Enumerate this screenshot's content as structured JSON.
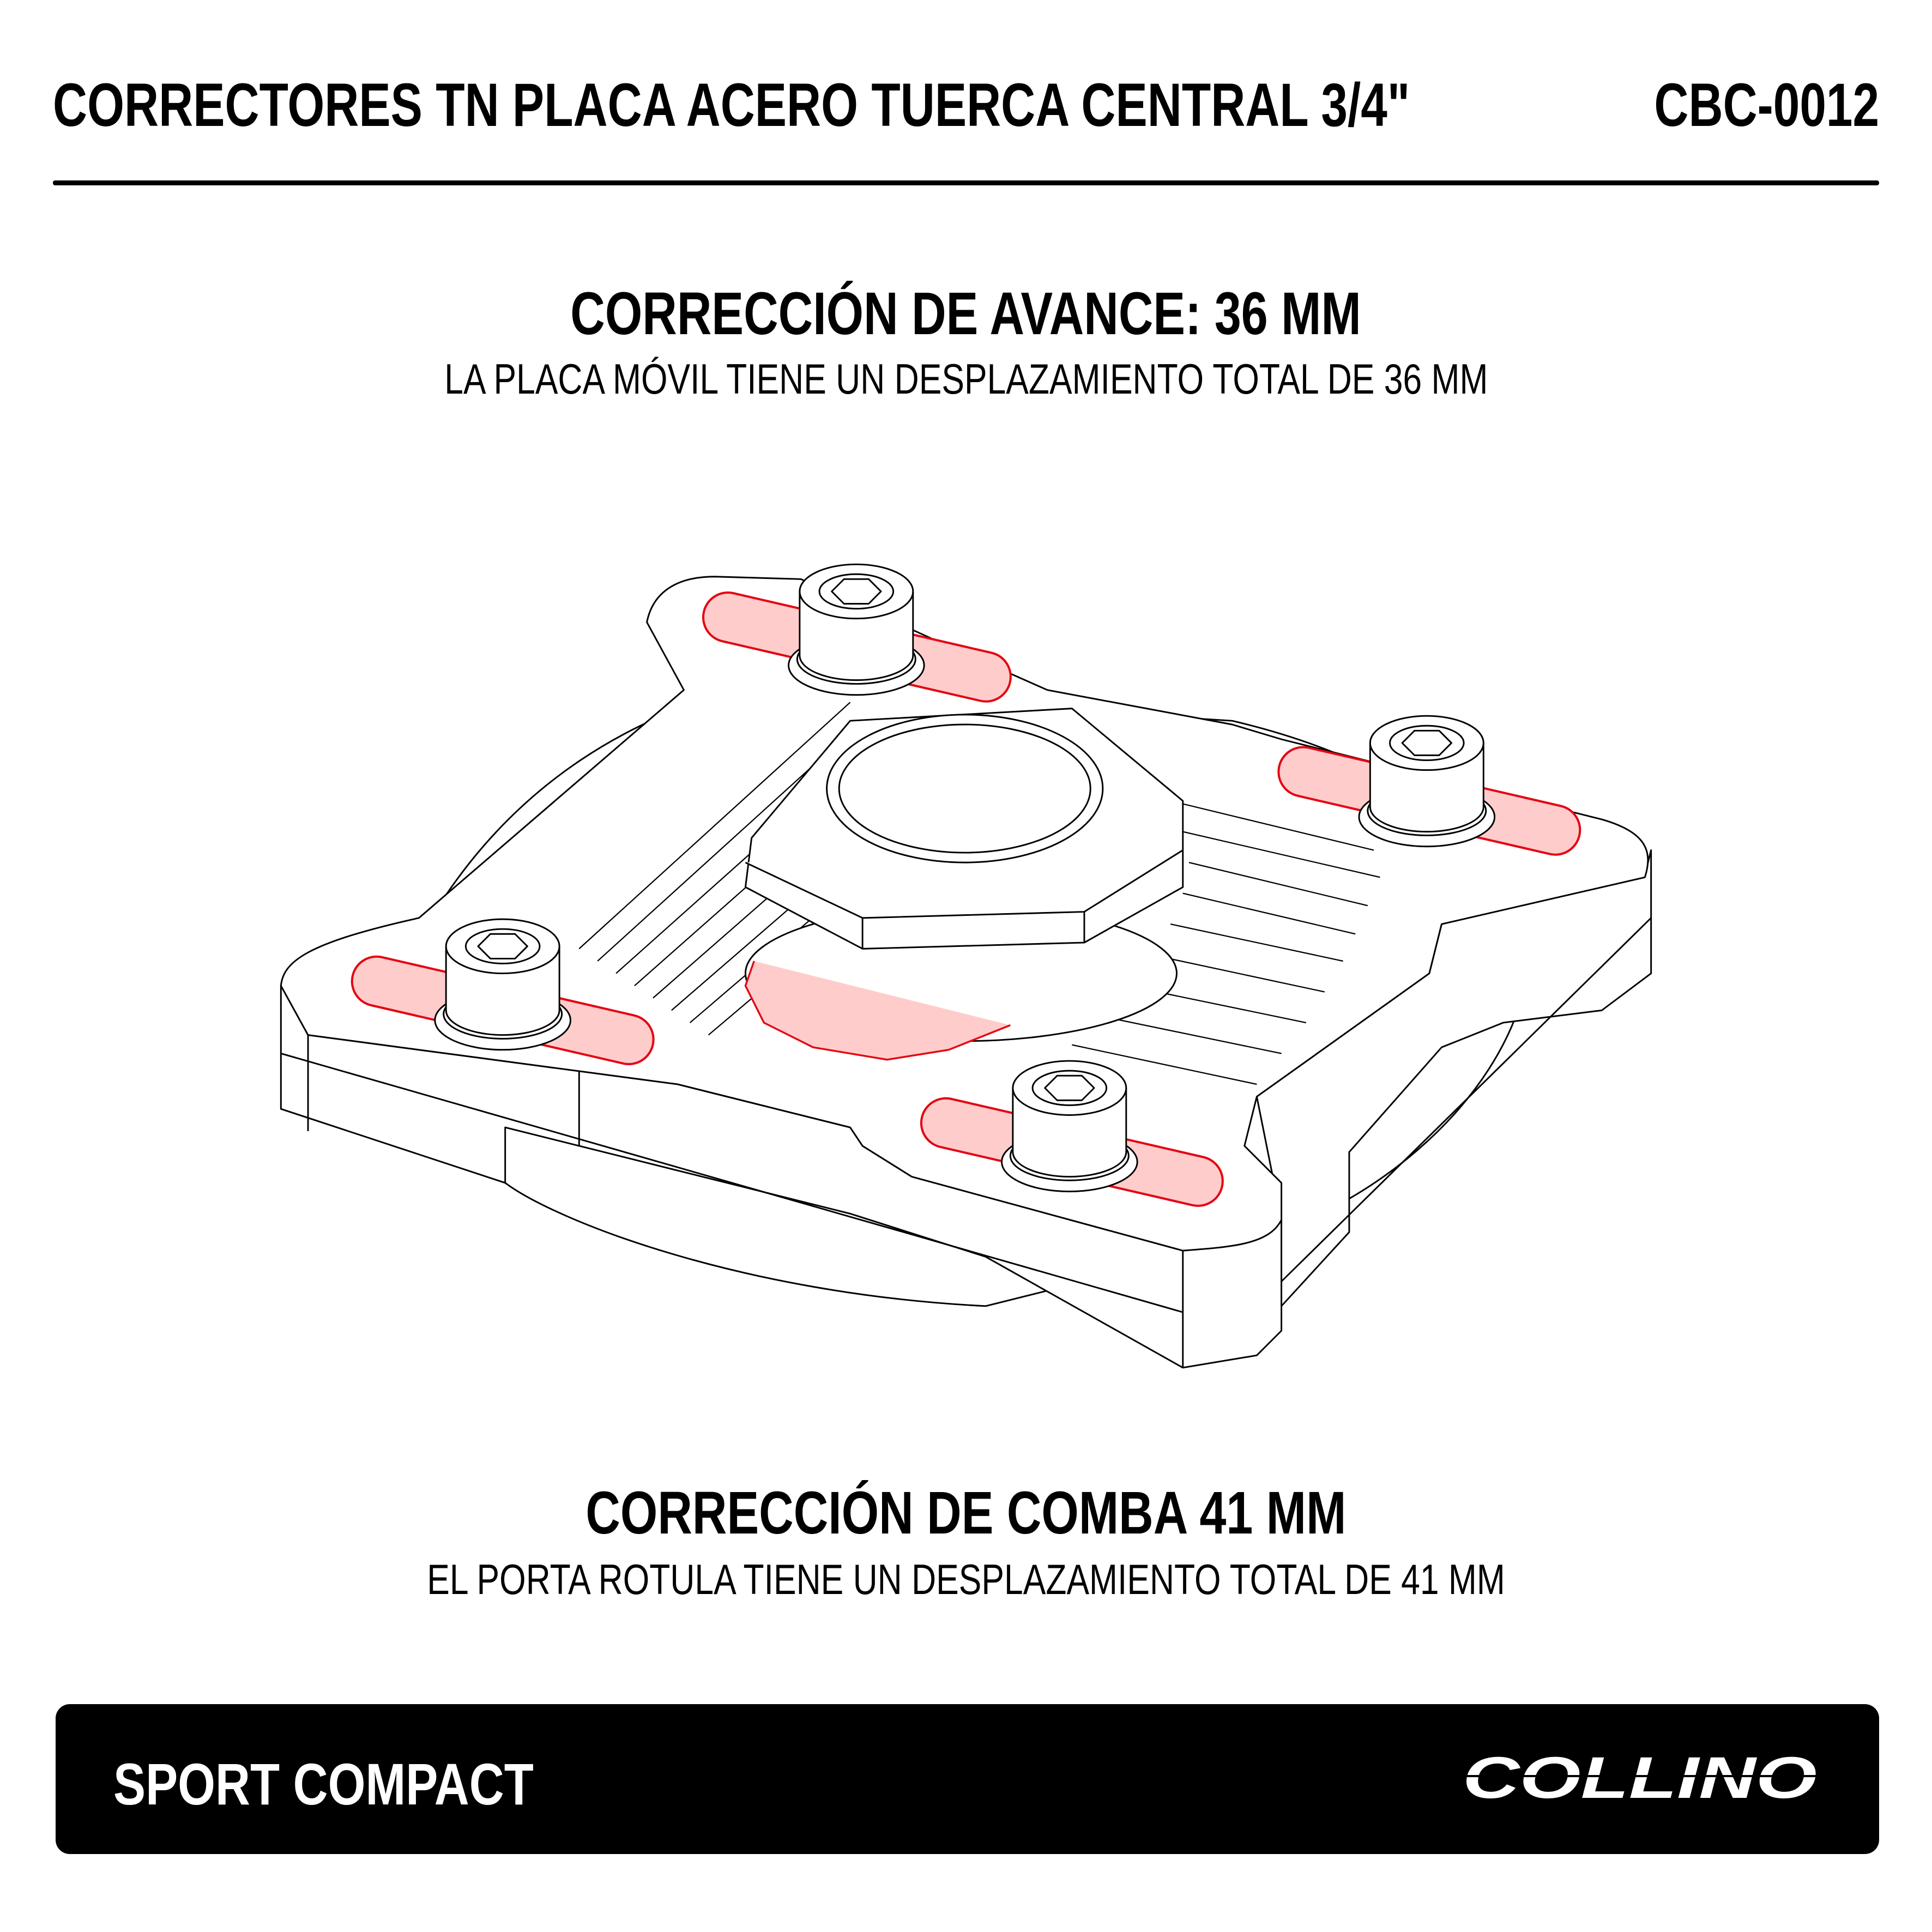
{
  "header": {
    "title": "CORRECTORES TN PLACA ACERO TUERCA CENTRAL 3/4\"",
    "code": "CBC-0012"
  },
  "section_caster": {
    "heading": "CORRECCIÓN DE AVANCE: 36 MM",
    "description": "LA PLACA MÓVIL TIENE UN DESPLAZAMIENTO TOTAL DE 36 MM"
  },
  "section_camber": {
    "heading": "CORRECCIÓN DE COMBA 41 MM",
    "description": "EL PORTA ROTULA TIENE UN DESPLAZAMIENTO TOTAL DE 41 MM"
  },
  "footer": {
    "label": "SPORT COMPACT",
    "brand": "COLLINO"
  },
  "colors": {
    "accent": "#e30613",
    "slot_fill": "#ffcccc",
    "ink": "#000000"
  }
}
